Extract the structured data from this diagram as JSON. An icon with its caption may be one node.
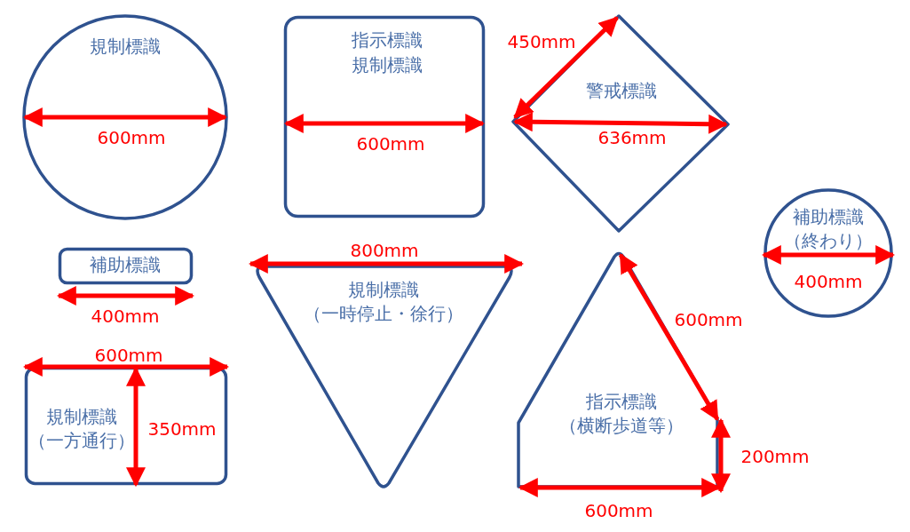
{
  "diagram": {
    "nodes": [
      {
        "text": [
          "規制標識"
        ]
      },
      {
        "text": [
          "指示標識",
          "規制標識"
        ]
      },
      {
        "text": [
          "警戒標識"
        ]
      },
      {
        "text": [
          "補助標識（終わり）"
        ]
      },
      {
        "text": [
          "補助標識"
        ]
      },
      {
        "text": [
          "規制標識（一時停止・徐行）"
        ]
      },
      {
        "text": [
          "指示標識（横断歩道等）"
        ]
      },
      {
        "text": [
          "規制標識（一方通行）"
        ]
      }
    ],
    "labels": [
      "450mm",
      "600mm",
      "600mm",
      "636mm",
      "800mm",
      "400mm",
      "400mm",
      "600mm",
      "600mm",
      "350mm",
      "200mm",
      "600mm"
    ]
  }
}
